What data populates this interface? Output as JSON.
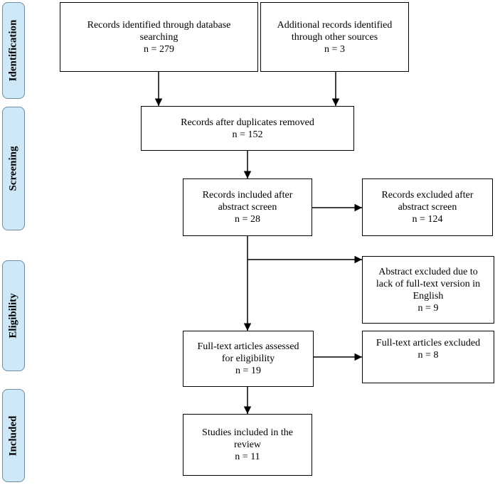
{
  "phases": {
    "identification": "Identification",
    "screening": "Screening",
    "eligibility": "Eligibility",
    "included": "Included"
  },
  "boxes": {
    "database": [
      "Records identified through database",
      "searching",
      "n = 279"
    ],
    "other_sources": [
      "Additional records identified",
      "through other sources",
      "n = 3"
    ],
    "duplicates_removed": [
      "Records after duplicates removed",
      "n = 152"
    ],
    "included_abstract": [
      "Records included after",
      "abstract screen",
      "n = 28"
    ],
    "excluded_abstract": [
      "Records excluded after",
      "abstract screen",
      "n = 124"
    ],
    "excluded_fulltext_unavailable": [
      "Abstract excluded due to",
      "lack of full-text version in",
      "English",
      "n = 9"
    ],
    "fulltext_assessed": [
      "Full-text articles assessed",
      "for eligibility",
      "n = 19"
    ],
    "fulltext_excluded": [
      "Full-text articles excluded",
      "n = 8"
    ],
    "studies_included": [
      "Studies included in the",
      "review",
      "n = 11"
    ]
  }
}
